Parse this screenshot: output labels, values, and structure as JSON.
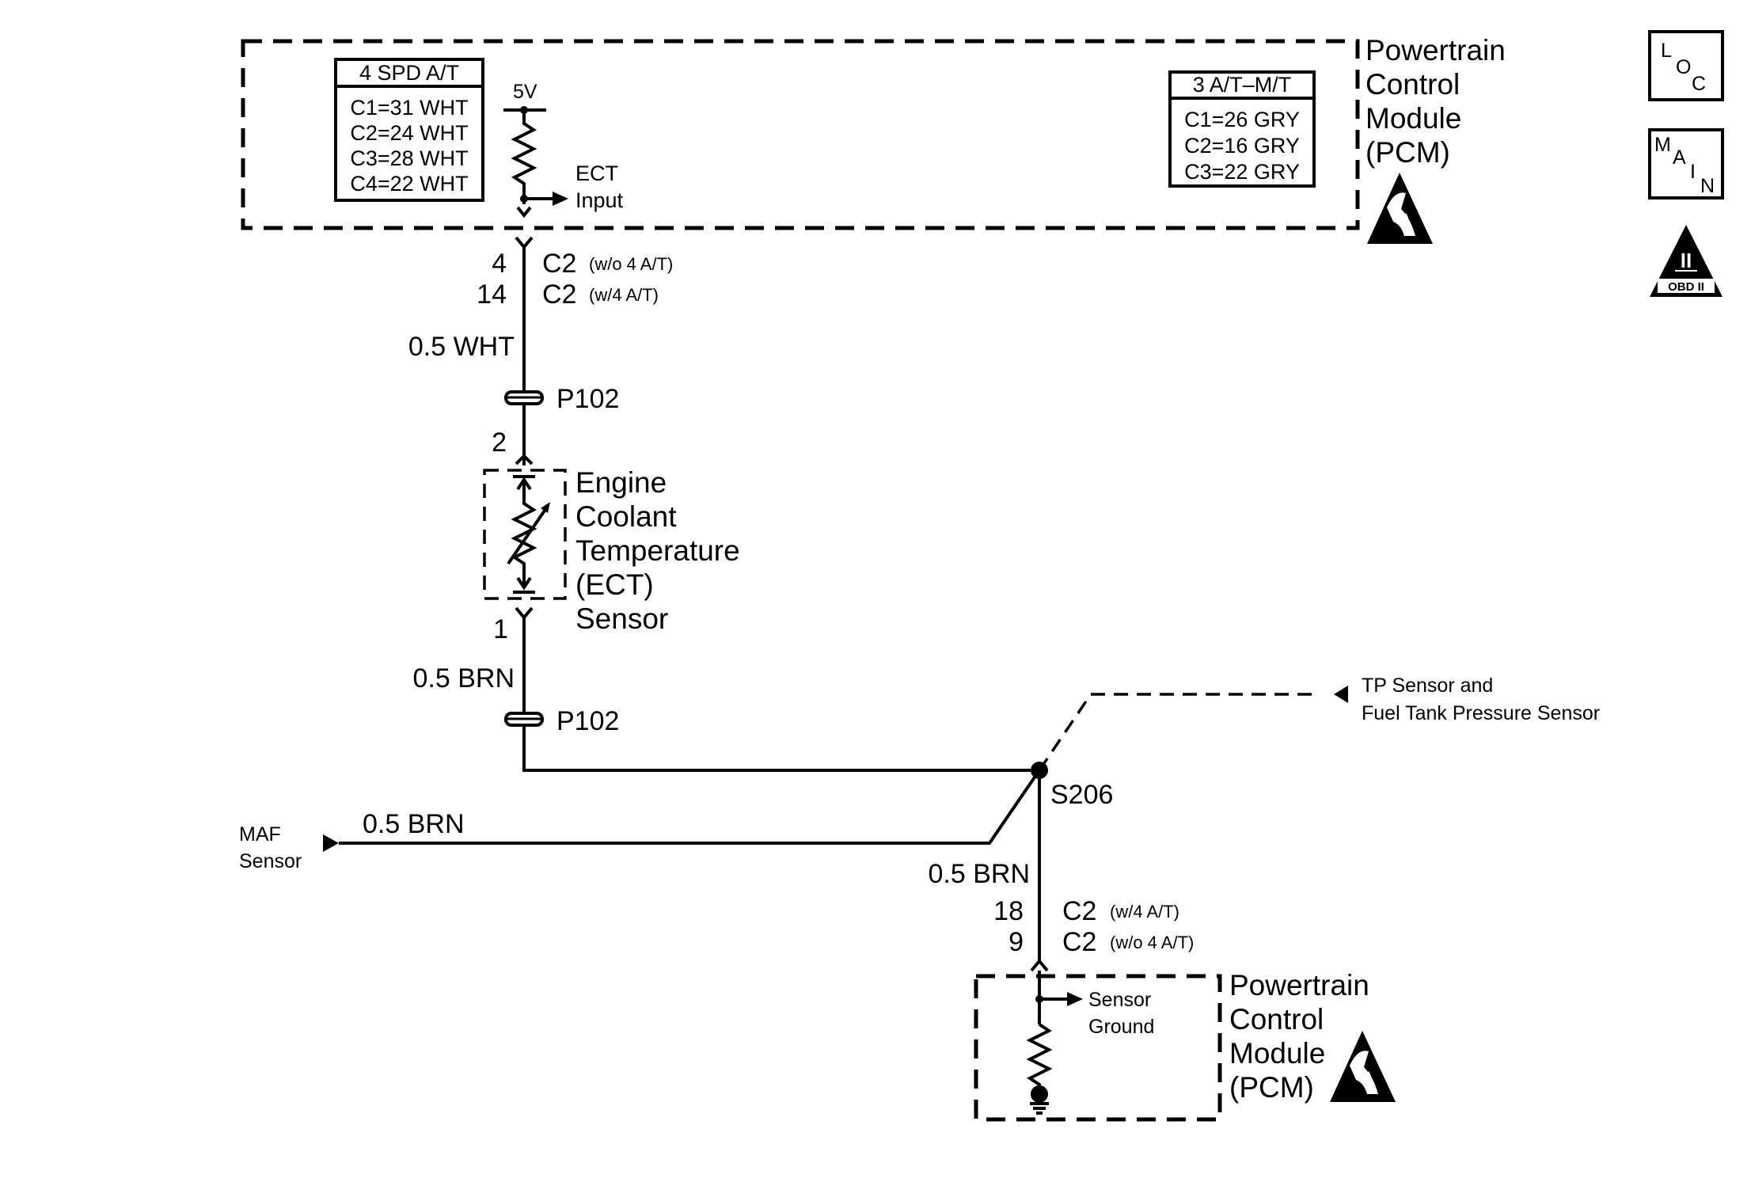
{
  "pcm_top": {
    "title_lines": [
      "Powertrain",
      "Control",
      "Module",
      "(PCM)"
    ],
    "table_4spd": {
      "header": "4 SPD A/T",
      "rows": [
        "C1=31 WHT",
        "C2=24 WHT",
        "C3=28 WHT",
        "C4=22 WHT"
      ]
    },
    "table_3at": {
      "header": "3 A/T–M/T",
      "rows": [
        "C1=26 GRY",
        "C2=16 GRY",
        "C3=22 GRY"
      ]
    },
    "supply_label": "5V",
    "input_label_lines": [
      "ECT",
      "Input"
    ]
  },
  "pcm_top_connector": {
    "pins": [
      {
        "pin": "4",
        "connector": "C2",
        "note": "(w/o 4 A/T)"
      },
      {
        "pin": "14",
        "connector": "C2",
        "note": "(w/4 A/T)"
      }
    ]
  },
  "wire_top": "0.5 WHT",
  "inline_connector_top": "P102",
  "ect_pin_top": "2",
  "ect_sensor": {
    "lines": [
      "Engine",
      "Coolant",
      "Temperature",
      "(ECT)",
      "Sensor"
    ]
  },
  "ect_pin_bottom": "1",
  "wire_ect_ground": "0.5 BRN",
  "inline_connector_bottom": "P102",
  "splice": "S206",
  "tp_reference": {
    "lines": [
      "TP Sensor and",
      "Fuel Tank Pressure Sensor"
    ]
  },
  "maf_reference": {
    "lines": [
      "MAF",
      "Sensor"
    ]
  },
  "wire_maf": "0.5 BRN",
  "wire_pcm_ground": "0.5 BRN",
  "pcm_bottom_connector": {
    "pins": [
      {
        "pin": "18",
        "connector": "C2",
        "note": "(w/4 A/T)"
      },
      {
        "pin": "9",
        "connector": "C2",
        "note": "(w/o 4 A/T)"
      }
    ]
  },
  "pcm_bottom": {
    "title_lines": [
      "Powertrain",
      "Control",
      "Module",
      "(PCM)"
    ],
    "ground_label_lines": [
      "Sensor",
      "Ground"
    ]
  },
  "side_icons": {
    "loc": [
      "L",
      "O",
      "C"
    ],
    "main": [
      "M",
      "A",
      "I",
      "N"
    ],
    "obd": {
      "numeral": "II",
      "label": "OBD II"
    }
  }
}
